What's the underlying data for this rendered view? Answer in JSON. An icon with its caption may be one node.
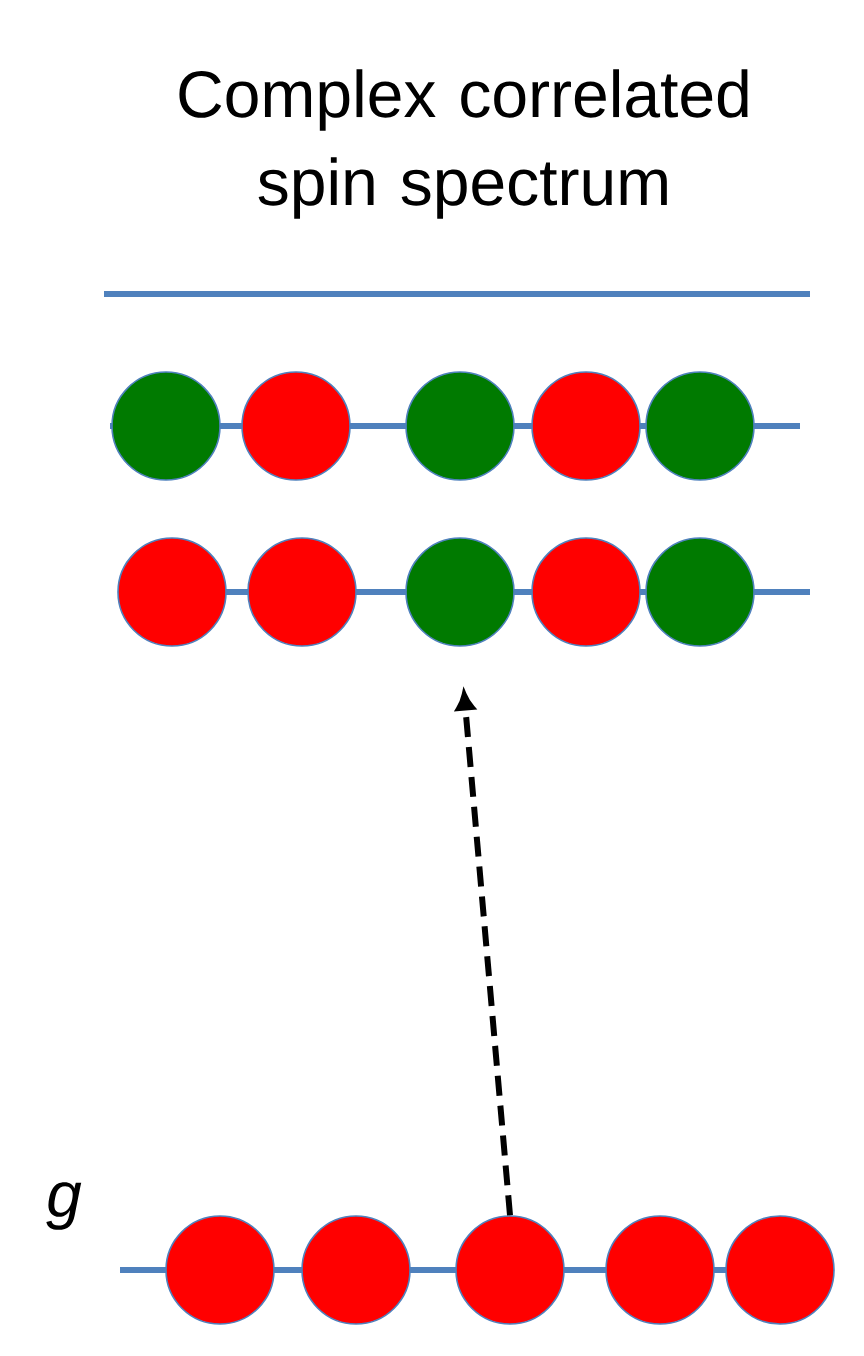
{
  "diagram": {
    "title": "Complex correlated spin spectrum",
    "nodes": [
      {
        "text": [],
        "shape": "circle"
      },
      {
        "text": [],
        "shape": "circle"
      },
      {
        "text": [],
        "shape": "circle"
      },
      {
        "text": [],
        "shape": "circle"
      },
      {
        "text": [],
        "shape": "circle"
      },
      {
        "text": [],
        "shape": "circle"
      },
      {
        "text": [],
        "shape": "circle"
      },
      {
        "text": [],
        "shape": "circle"
      },
      {
        "text": [],
        "shape": "circle"
      },
      {
        "text": [],
        "shape": "circle"
      },
      {
        "text": [],
        "shape": "circle"
      },
      {
        "text": [],
        "shape": "circle"
      },
      {
        "text": [],
        "shape": "circle"
      },
      {
        "text": [],
        "shape": "circle"
      },
      {
        "text": [],
        "shape": "circle"
      }
    ],
    "edges": [
      {
        "from": 12,
        "to": 7,
        "arrow": "to",
        "style": "dashed"
      }
    ],
    "labels": [
      "g"
    ]
  }
}
